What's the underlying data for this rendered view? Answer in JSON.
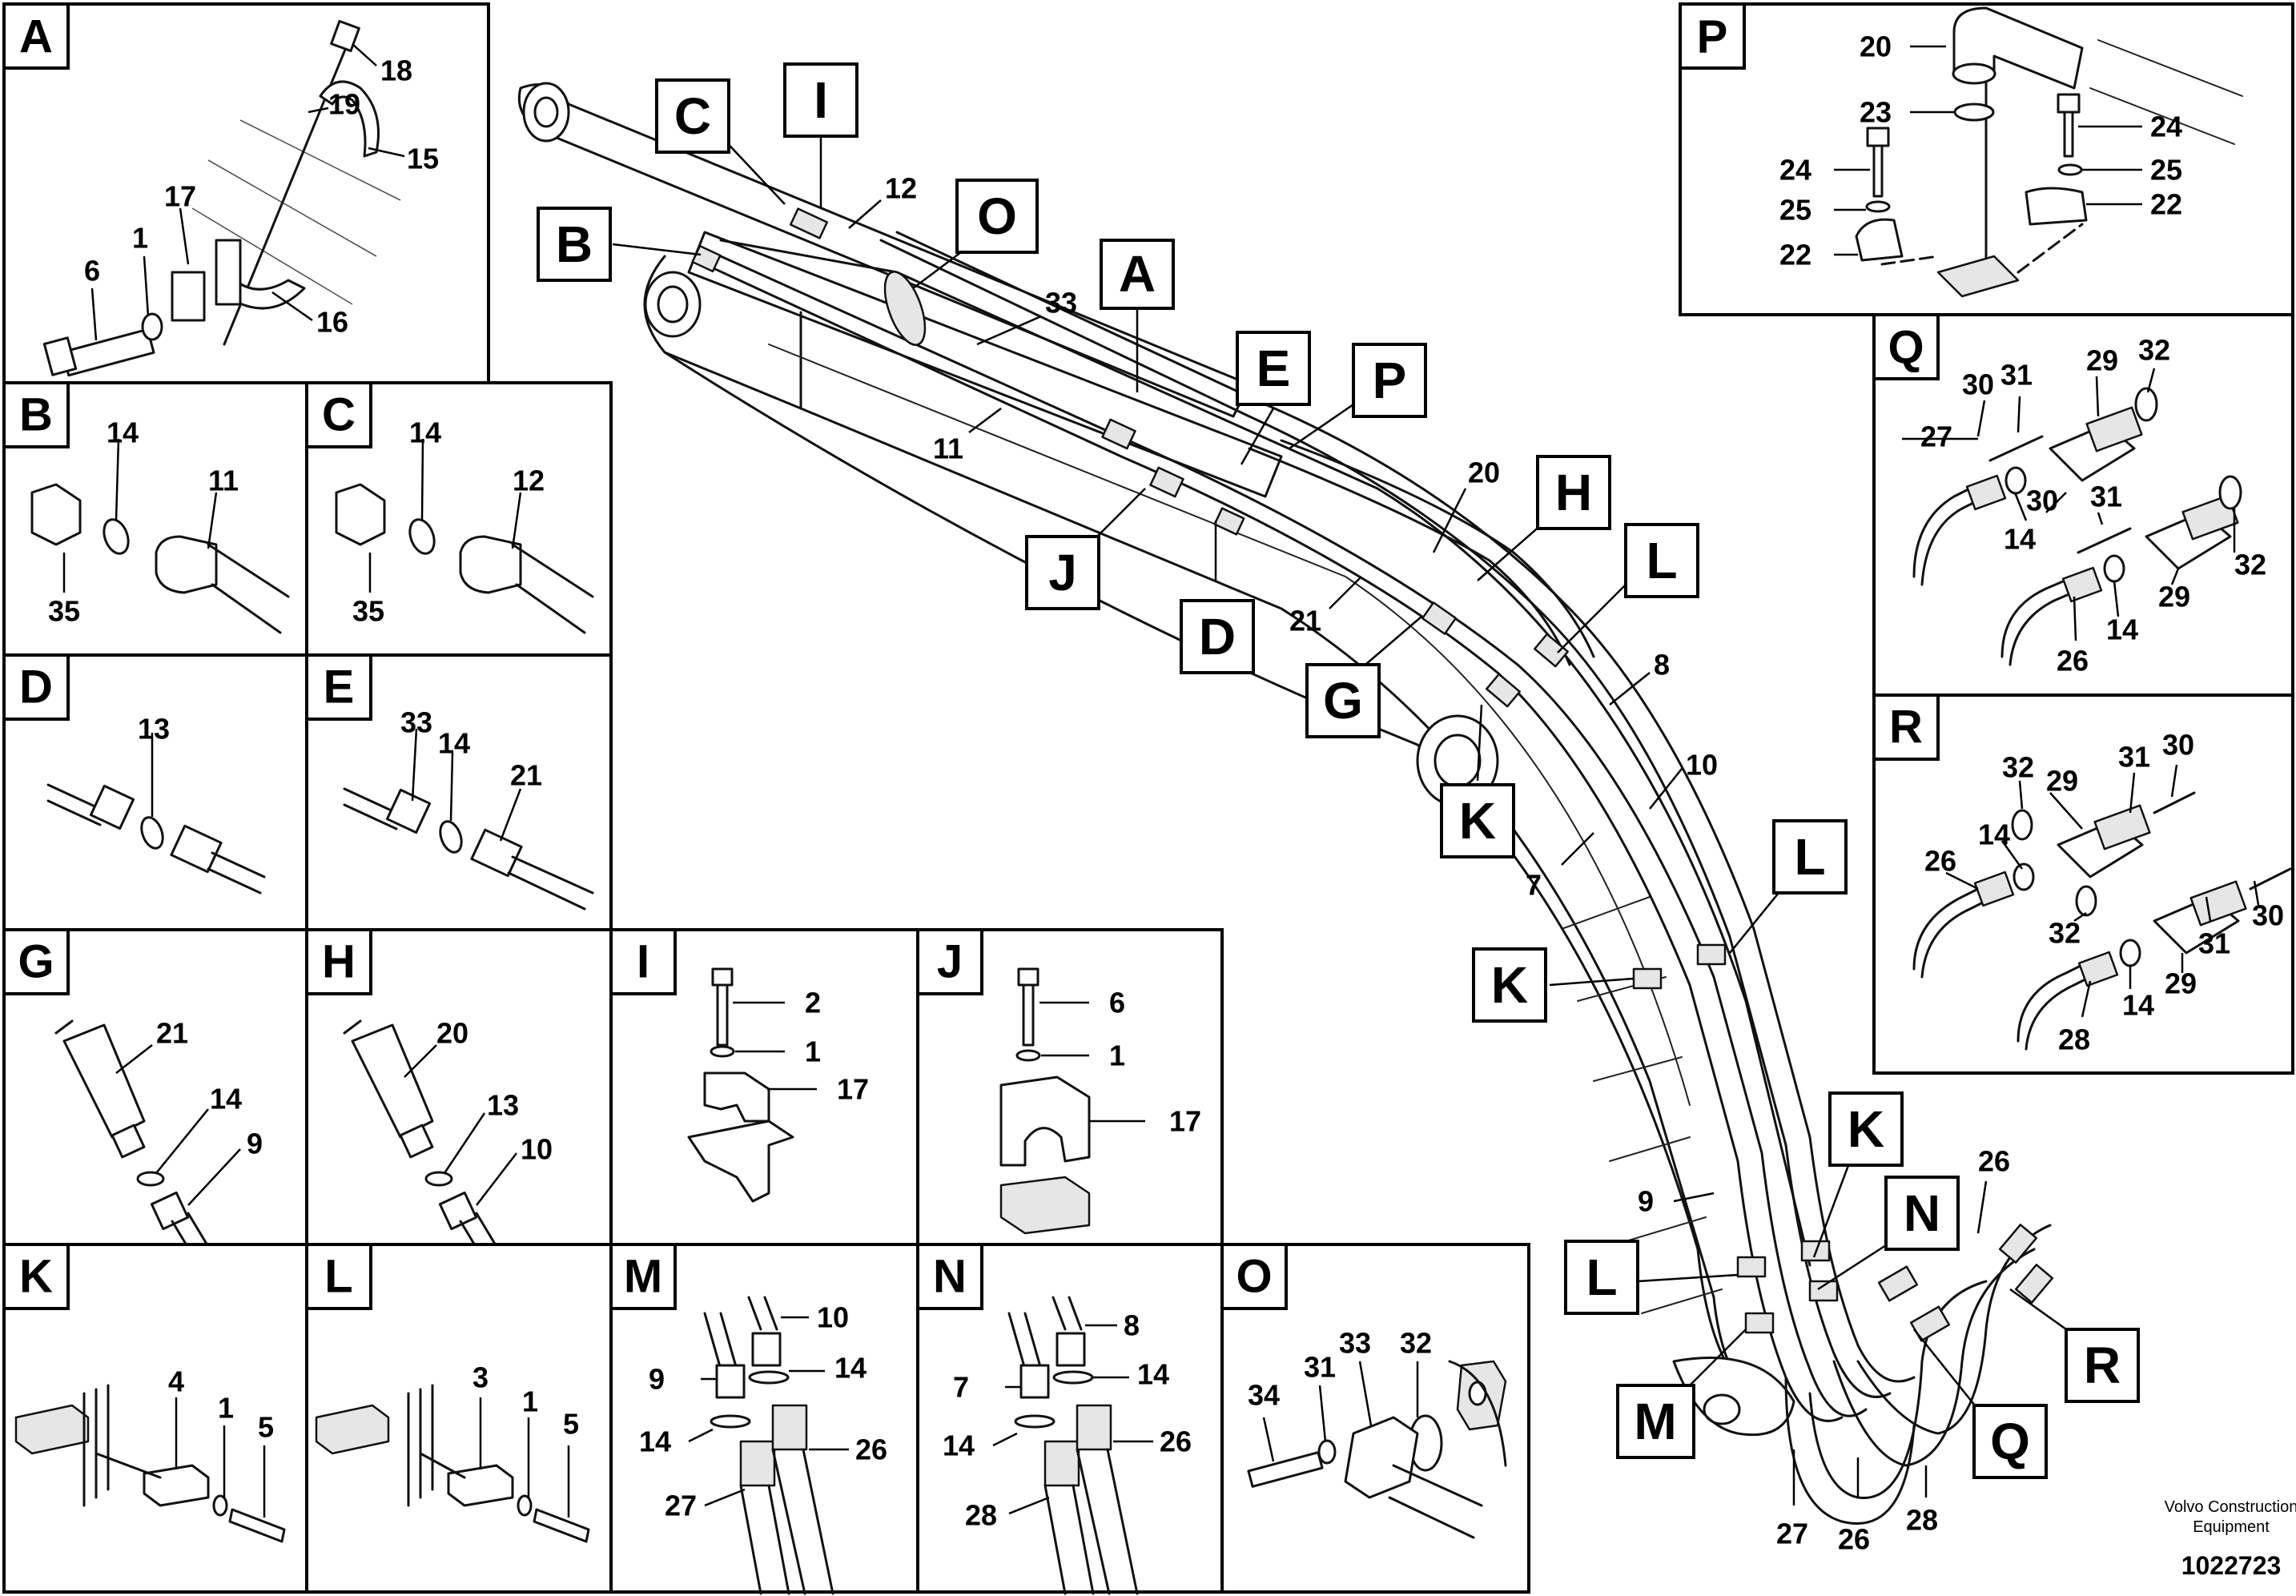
{
  "panels": {
    "A": "A",
    "B": "B",
    "C": "C",
    "D": "D",
    "E": "E",
    "G": "G",
    "H": "H",
    "I": "I",
    "J": "J",
    "K": "K",
    "L": "L",
    "M": "M",
    "N": "N",
    "O": "O",
    "P": "P",
    "Q": "Q",
    "R": "R"
  },
  "main_tags": {
    "A": "A",
    "B": "B",
    "C": "C",
    "D": "D",
    "E": "E",
    "G": "G",
    "H": "H",
    "I": "I",
    "J": "J",
    "K": "K",
    "L": "L",
    "M": "M",
    "N": "N",
    "O": "O",
    "P": "P",
    "Q": "Q",
    "R": "R"
  },
  "numbers": {
    "n1": "1",
    "n2": "2",
    "n3": "3",
    "n4": "4",
    "n5": "5",
    "n6": "6",
    "n7": "7",
    "n8": "8",
    "n9": "9",
    "n10": "10",
    "n11": "11",
    "n12": "12",
    "n13": "13",
    "n14": "14",
    "n15": "15",
    "n16": "16",
    "n17": "17",
    "n18": "18",
    "n19": "19",
    "n20": "20",
    "n21": "21",
    "n22": "22",
    "n23": "23",
    "n24": "24",
    "n25": "25",
    "n26": "26",
    "n27": "27",
    "n28": "28",
    "n29": "29",
    "n30": "30",
    "n31": "31",
    "n32": "32",
    "n33": "33",
    "n34": "34",
    "n35": "35"
  },
  "footer": {
    "brand_line1": "Volvo Construction",
    "brand_line2": "Equipment",
    "doc_number": "1022723"
  }
}
